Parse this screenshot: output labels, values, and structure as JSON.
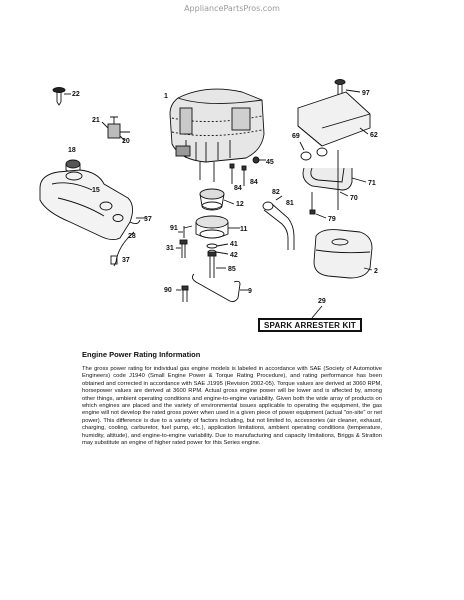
{
  "watermark": "AppliancePartsPros.com",
  "callouts": {
    "c1": "1",
    "c2": "2",
    "c9": "9",
    "c11": "11",
    "c12": "12",
    "c15": "15",
    "c18": "18",
    "c20": "20",
    "c21": "21",
    "c22": "22",
    "c28": "28",
    "c29": "29",
    "c31": "31",
    "c37a": "37",
    "c37b": "37",
    "c41": "41",
    "c42": "42",
    "c45": "45",
    "c62": "62",
    "c69": "69",
    "c70": "70",
    "c71": "71",
    "c79": "79",
    "c81": "81",
    "c82": "82",
    "c84a": "84",
    "c84b": "84",
    "c85": "85",
    "c90": "90",
    "c91": "91",
    "c97": "97"
  },
  "kit_label": "SPARK ARRESTER KIT",
  "section": {
    "title": "Engine Power Rating Information",
    "body": "The gross power rating for individual gas engine models is labeled in accordance with SAE (Society of Automotive Engineers) code J1940 (Small Engine Power & Torque Rating Procedure), and rating performance has been obtained and corrected in accordance with SAE J1995 (Revision 2002-05). Torque values are derived at 3060 RPM, horsepower values are derived at 3600 RPM. Actual gross engine power will be lower and is affected by, among other things, ambient operating conditions and engine-to-engine variability. Given both the wide array of products on which engines are placed and the variety of environmental issues applicable to operating the equipment, the gas engine will not develop the rated gross power when used in a given piece of power equipment (actual \"on-site\" or net power). This difference is due to a variety of factors including, but not limited to, accessories (air cleaner, exhaust, charging, cooling, carburetor, fuel pump, etc.), application limitations, ambient operating conditions (temperature, humidity, altitude), and engine-to-engine variability. Due to manufacturing and capacity limitations, Briggs & Stratton may substitute an engine of higher rated power for this Series engine."
  }
}
